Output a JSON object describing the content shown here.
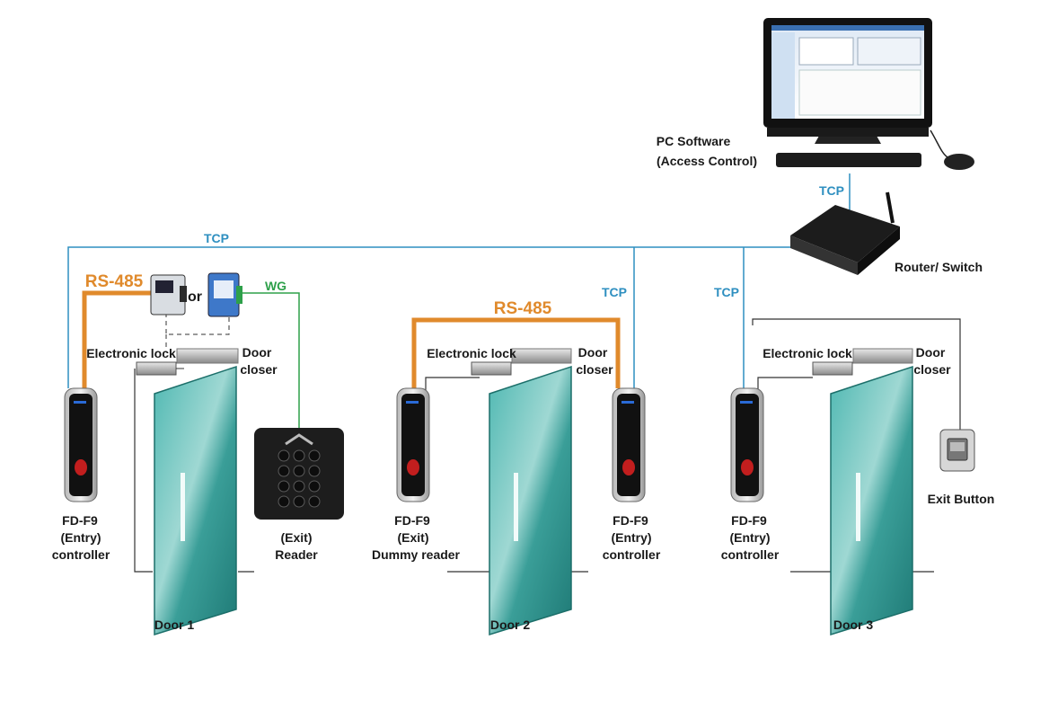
{
  "colors": {
    "tcp": "#2e8fc0",
    "rs485": "#e08a2c",
    "wg": "#2ea04a",
    "wire_dark": "#333333",
    "glass": "#2f9a95"
  },
  "pc": {
    "label_line1": "PC Software",
    "label_line2": "(Access Control)"
  },
  "network": {
    "tcp_pc": "TCP",
    "tcp_top": "TCP",
    "tcp_door2": "TCP",
    "tcp_door3": "TCP",
    "router_label": "Router/ Switch"
  },
  "door1": {
    "rs485": "RS-485",
    "or": "or",
    "wg": "WG",
    "lock": "Electronic lock",
    "closer_line1": "Door",
    "closer_line2": "closer",
    "controller_line1": "FD-F9",
    "controller_line2": "(Entry)",
    "controller_line3": "controller",
    "reader_line1": "(Exit)",
    "reader_line2": "Reader",
    "door_label": "Door 1"
  },
  "door2": {
    "rs485": "RS-485",
    "lock": "Electronic lock",
    "closer_line1": "Door",
    "closer_line2": "closer",
    "exit_line1": "FD-F9",
    "exit_line2": "(Exit)",
    "exit_line3": "Dummy reader",
    "controller_line1": "FD-F9",
    "controller_line2": "(Entry)",
    "controller_line3": "controller",
    "door_label": "Door 2"
  },
  "door3": {
    "lock": "Electronic lock",
    "closer_line1": "Door",
    "closer_line2": "closer",
    "controller_line1": "FD-F9",
    "controller_line2": "(Entry)",
    "controller_line3": "controller",
    "exit_button": "Exit Button",
    "door_label": "Door 3"
  }
}
